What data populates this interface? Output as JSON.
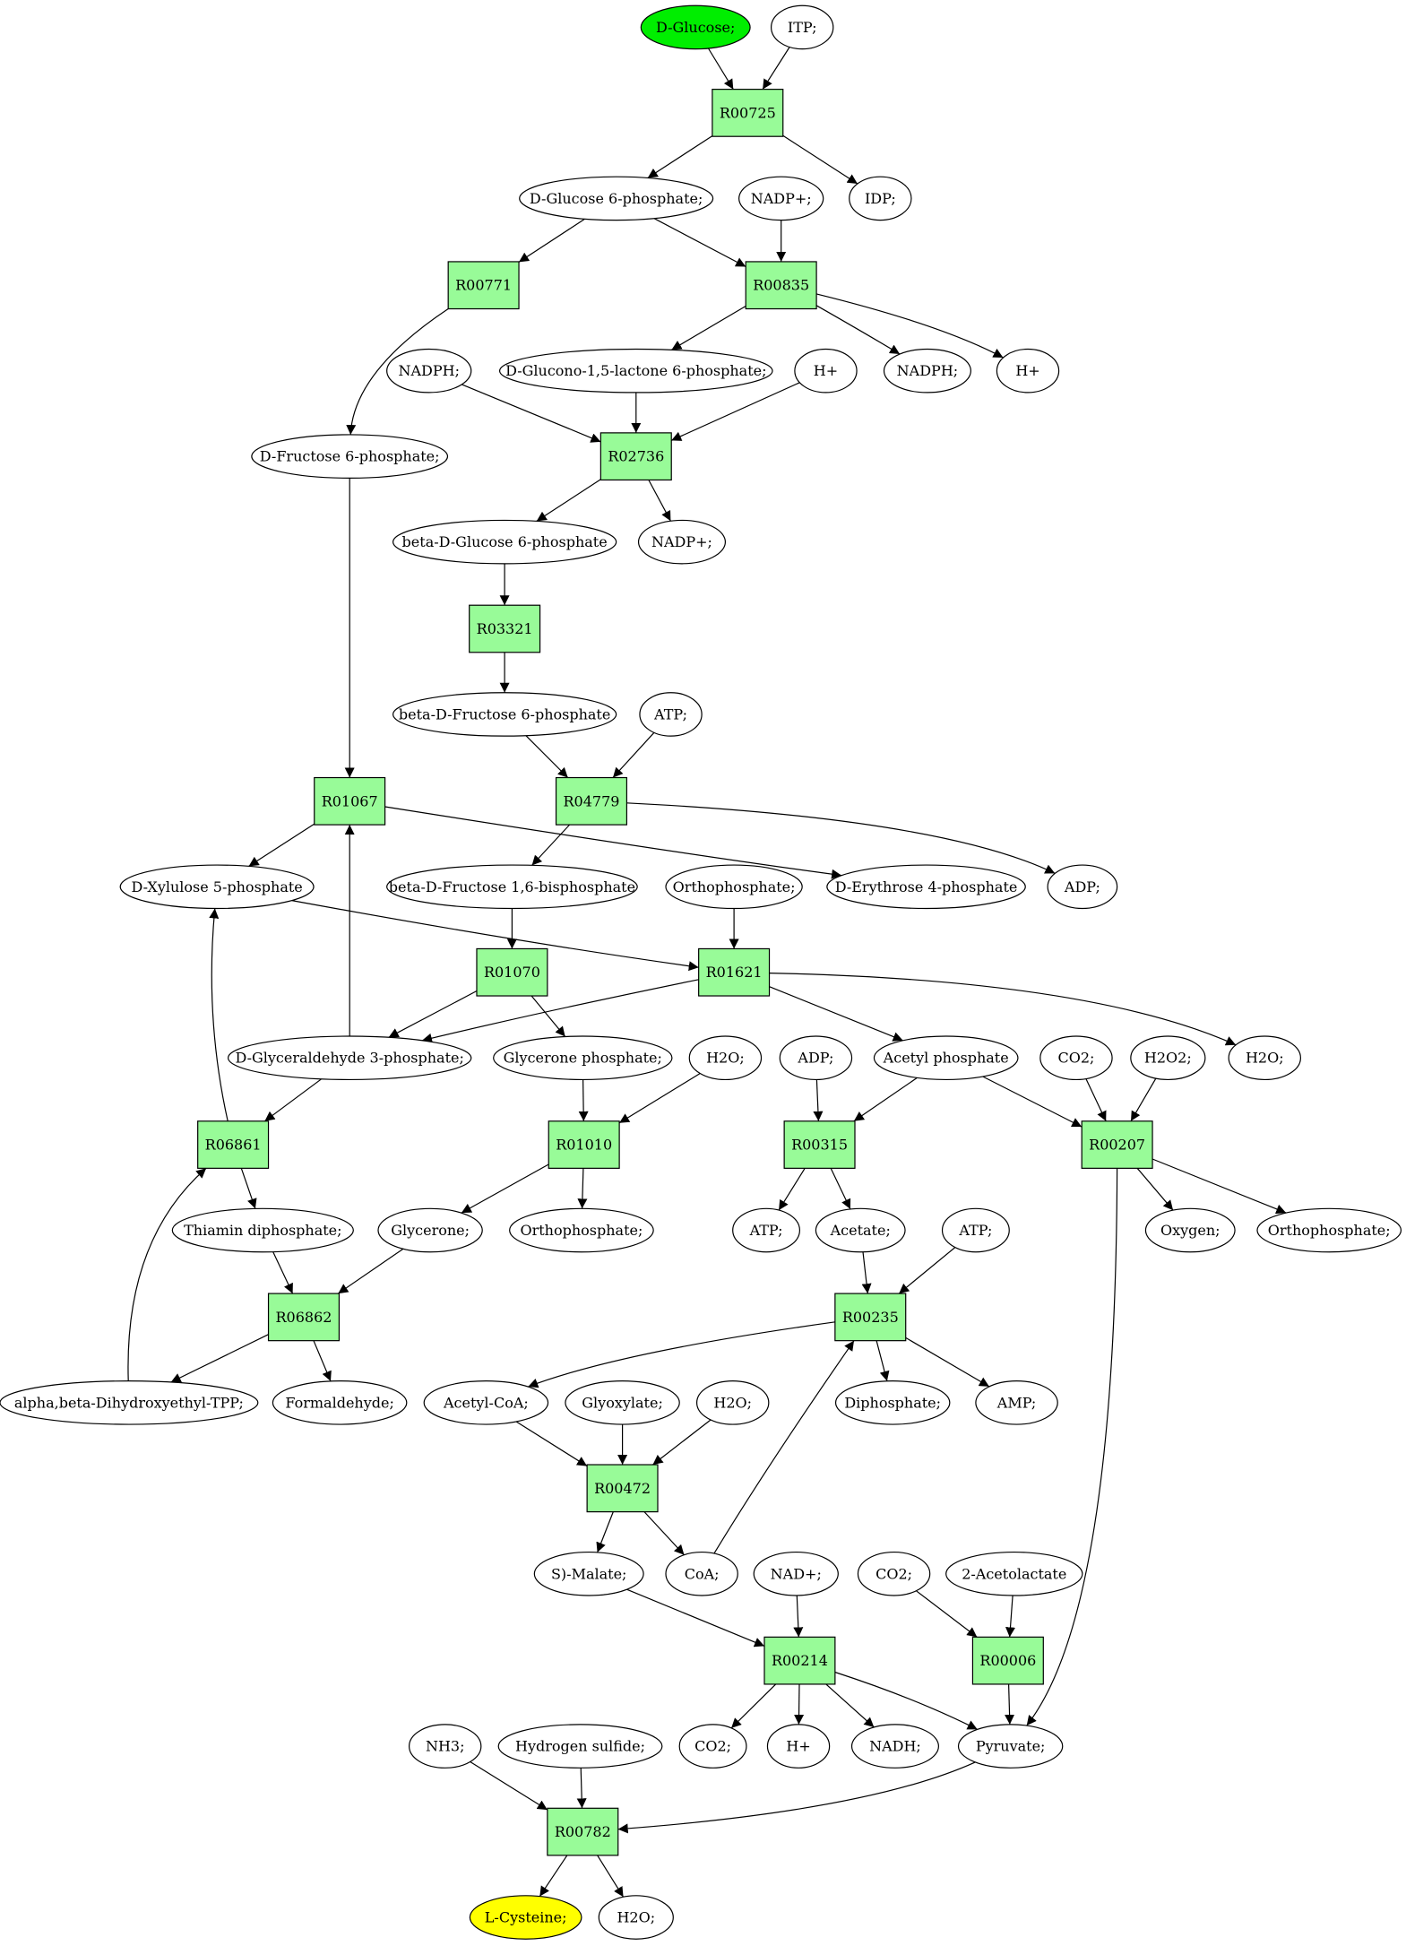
{
  "colors": {
    "reaction_fill": "#98fb98",
    "compound_fill": "#ffffff",
    "start_fill": "#00ee00",
    "target_fill": "#ffff00",
    "stroke": "#000000"
  },
  "reactions": [
    {
      "id": "r1",
      "label": "R00725"
    },
    {
      "id": "r2",
      "label": "R00771"
    },
    {
      "id": "r3",
      "label": "R00835"
    },
    {
      "id": "r4",
      "label": "R02736"
    },
    {
      "id": "r5",
      "label": "R03321"
    },
    {
      "id": "r6",
      "label": "R01067"
    },
    {
      "id": "r7",
      "label": "R04779"
    },
    {
      "id": "r8",
      "label": "R01070"
    },
    {
      "id": "r9",
      "label": "R01621"
    },
    {
      "id": "r10",
      "label": "R06861"
    },
    {
      "id": "r11",
      "label": "R01010"
    },
    {
      "id": "r12",
      "label": "R00315"
    },
    {
      "id": "r13",
      "label": "R00207"
    },
    {
      "id": "r14",
      "label": "R06862"
    },
    {
      "id": "r15",
      "label": "R00235"
    },
    {
      "id": "r16",
      "label": "R00472"
    },
    {
      "id": "r17",
      "label": "R00214"
    },
    {
      "id": "r18",
      "label": "R00006"
    },
    {
      "id": "r19",
      "label": "R00782"
    }
  ],
  "compounds": [
    {
      "id": "glucose",
      "label": "D-Glucose;",
      "role": "start"
    },
    {
      "id": "itp",
      "label": "ITP;"
    },
    {
      "id": "g6p",
      "label": "D-Glucose 6-phosphate;"
    },
    {
      "id": "idp",
      "label": "IDP;"
    },
    {
      "id": "nadp1",
      "label": "NADP+;"
    },
    {
      "id": "nadph1",
      "label": "NADPH;"
    },
    {
      "id": "glucono",
      "label": "D-Glucono-1,5-lactone 6-phosphate;"
    },
    {
      "id": "hplus1",
      "label": "H+"
    },
    {
      "id": "nadph2",
      "label": "NADPH;"
    },
    {
      "id": "hplus2",
      "label": "H+"
    },
    {
      "id": "f6p",
      "label": "D-Fructose 6-phosphate;"
    },
    {
      "id": "bg6p",
      "label": "beta-D-Glucose 6-phosphate"
    },
    {
      "id": "nadp2",
      "label": "NADP+;"
    },
    {
      "id": "bf6p",
      "label": "beta-D-Fructose 6-phosphate"
    },
    {
      "id": "atp1",
      "label": "ATP;"
    },
    {
      "id": "xu5p",
      "label": "D-Xylulose 5-phosphate"
    },
    {
      "id": "bf16bp",
      "label": "beta-D-Fructose 1,6-bisphosphate"
    },
    {
      "id": "pi1",
      "label": "Orthophosphate;"
    },
    {
      "id": "e4p",
      "label": "D-Erythrose 4-phosphate"
    },
    {
      "id": "adp1",
      "label": "ADP;"
    },
    {
      "id": "gap",
      "label": "D-Glyceraldehyde 3-phosphate;"
    },
    {
      "id": "dhap",
      "label": "Glycerone phosphate;"
    },
    {
      "id": "h2o1",
      "label": "H2O;"
    },
    {
      "id": "adp2",
      "label": "ADP;"
    },
    {
      "id": "acp",
      "label": "Acetyl phosphate"
    },
    {
      "id": "co2a",
      "label": "CO2;"
    },
    {
      "id": "h2o2",
      "label": "H2O2;"
    },
    {
      "id": "h2o3",
      "label": "H2O;"
    },
    {
      "id": "tpp",
      "label": "Thiamin diphosphate;"
    },
    {
      "id": "glycerol",
      "label": "Glycerone;"
    },
    {
      "id": "pi2",
      "label": "Orthophosphate;"
    },
    {
      "id": "atp2",
      "label": "ATP;"
    },
    {
      "id": "acetate",
      "label": "Acetate;"
    },
    {
      "id": "atp3",
      "label": "ATP;"
    },
    {
      "id": "oxygen",
      "label": "Oxygen;"
    },
    {
      "id": "pi3",
      "label": "Orthophosphate;"
    },
    {
      "id": "dhetpp",
      "label": "alpha,beta-Dihydroxyethyl-TPP;"
    },
    {
      "id": "formald",
      "label": "Formaldehyde;"
    },
    {
      "id": "acoa",
      "label": "Acetyl-CoA;"
    },
    {
      "id": "glyox",
      "label": "Glyoxylate;"
    },
    {
      "id": "h2o4",
      "label": "H2O;"
    },
    {
      "id": "ppi",
      "label": "Diphosphate;"
    },
    {
      "id": "amp",
      "label": "AMP;"
    },
    {
      "id": "malate",
      "label": "S)-Malate;"
    },
    {
      "id": "coa",
      "label": "CoA;"
    },
    {
      "id": "nad",
      "label": "NAD+;"
    },
    {
      "id": "co2b",
      "label": "CO2;"
    },
    {
      "id": "acetolac",
      "label": "2-Acetolactate"
    },
    {
      "id": "co2c",
      "label": "CO2;"
    },
    {
      "id": "hplus3",
      "label": "H+"
    },
    {
      "id": "nadh",
      "label": "NADH;"
    },
    {
      "id": "pyruvate",
      "label": "Pyruvate;"
    },
    {
      "id": "nh3",
      "label": "NH3;"
    },
    {
      "id": "h2s",
      "label": "Hydrogen sulfide;"
    },
    {
      "id": "cysteine",
      "label": "L-Cysteine;",
      "role": "target"
    },
    {
      "id": "h2o5",
      "label": "H2O;"
    }
  ],
  "edges": [
    [
      "glucose",
      "r1"
    ],
    [
      "itp",
      "r1"
    ],
    [
      "r1",
      "g6p"
    ],
    [
      "r1",
      "idp"
    ],
    [
      "g6p",
      "r2"
    ],
    [
      "g6p",
      "r3"
    ],
    [
      "nadp1",
      "r3"
    ],
    [
      "r3",
      "glucono"
    ],
    [
      "r3",
      "nadph2"
    ],
    [
      "r3",
      "hplus2"
    ],
    [
      "r2",
      "f6p"
    ],
    [
      "nadph1",
      "r4"
    ],
    [
      "glucono",
      "r4"
    ],
    [
      "hplus1",
      "r4"
    ],
    [
      "r4",
      "bg6p"
    ],
    [
      "r4",
      "nadp2"
    ],
    [
      "bg6p",
      "r5"
    ],
    [
      "r5",
      "bf6p"
    ],
    [
      "bf6p",
      "r7"
    ],
    [
      "atp1",
      "r7"
    ],
    [
      "f6p",
      "r6"
    ],
    [
      "gap",
      "r6"
    ],
    [
      "r6",
      "xu5p"
    ],
    [
      "r6",
      "e4p"
    ],
    [
      "r7",
      "bf16bp"
    ],
    [
      "r7",
      "adp1"
    ],
    [
      "bf16bp",
      "r8"
    ],
    [
      "r8",
      "gap"
    ],
    [
      "r8",
      "dhap"
    ],
    [
      "xu5p",
      "r9"
    ],
    [
      "pi1",
      "r9"
    ],
    [
      "r9",
      "gap"
    ],
    [
      "r9",
      "acp"
    ],
    [
      "r9",
      "h2o3"
    ],
    [
      "gap",
      "r10"
    ],
    [
      "r10",
      "xu5p"
    ],
    [
      "r10",
      "tpp"
    ],
    [
      "dhetpp",
      "r10"
    ],
    [
      "dhap",
      "r11"
    ],
    [
      "h2o1",
      "r11"
    ],
    [
      "r11",
      "glycerol"
    ],
    [
      "r11",
      "pi2"
    ],
    [
      "adp2",
      "r12"
    ],
    [
      "acp",
      "r12"
    ],
    [
      "r12",
      "atp2"
    ],
    [
      "r12",
      "acetate"
    ],
    [
      "acp",
      "r13"
    ],
    [
      "co2a",
      "r13"
    ],
    [
      "h2o2",
      "r13"
    ],
    [
      "r13",
      "oxygen"
    ],
    [
      "r13",
      "pi3"
    ],
    [
      "r13",
      "pyruvate"
    ],
    [
      "tpp",
      "r14"
    ],
    [
      "glycerol",
      "r14"
    ],
    [
      "r14",
      "dhetpp"
    ],
    [
      "r14",
      "formald"
    ],
    [
      "acetate",
      "r15"
    ],
    [
      "atp3",
      "r15"
    ],
    [
      "coa",
      "r15"
    ],
    [
      "r15",
      "acoa"
    ],
    [
      "r15",
      "ppi"
    ],
    [
      "r15",
      "amp"
    ],
    [
      "acoa",
      "r16"
    ],
    [
      "glyox",
      "r16"
    ],
    [
      "h2o4",
      "r16"
    ],
    [
      "r16",
      "malate"
    ],
    [
      "r16",
      "coa"
    ],
    [
      "malate",
      "r17"
    ],
    [
      "nad",
      "r17"
    ],
    [
      "r17",
      "co2c"
    ],
    [
      "r17",
      "hplus3"
    ],
    [
      "r17",
      "nadh"
    ],
    [
      "r17",
      "pyruvate"
    ],
    [
      "co2b",
      "r18"
    ],
    [
      "acetolac",
      "r18"
    ],
    [
      "r18",
      "pyruvate"
    ],
    [
      "nh3",
      "r19"
    ],
    [
      "h2s",
      "r19"
    ],
    [
      "pyruvate",
      "r19"
    ],
    [
      "r19",
      "cysteine"
    ],
    [
      "r19",
      "h2o5"
    ]
  ]
}
